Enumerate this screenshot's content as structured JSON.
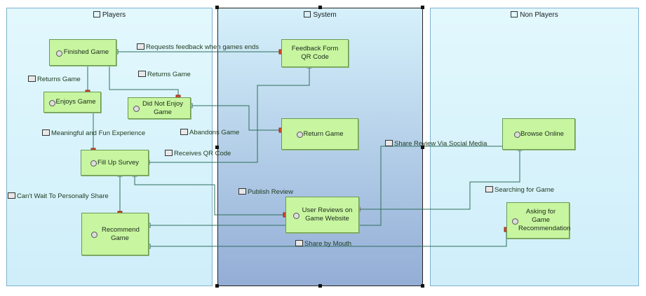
{
  "pools": {
    "players": "Players",
    "system": "System",
    "non_players": "Non Players"
  },
  "nodes": {
    "finished_game": "Finished Game",
    "enjoys_game": "Enjoys Game",
    "did_not_enjoy": "Did Not Enjoy Game",
    "fill_up_survey": "Fill Up Survey",
    "recommend_game": "Recommend Game",
    "feedback_form": "Feedback Form QR Code",
    "return_game": "Return Game",
    "user_reviews": "User Reviews on Game Website",
    "browse_online": "Browse Online",
    "asking_recommendation": "Asking for Game Recommendation"
  },
  "flows": {
    "requests_feedback": "Requests feedback when games ends",
    "returns_game_left": "Returns Game",
    "returns_game_mid": "Returns Game",
    "meaningful": "Meaningful and Fun Experience",
    "abandons": "Abandons Game",
    "receives_qr": "Receives QR Code",
    "cant_wait": "Can't Wait To Personally Share",
    "publish_review": "Publish Review",
    "share_social": "Share Review Via Social Media",
    "searching": "Searching for Game",
    "share_mouth": "Share by Mouth"
  },
  "colors": {
    "pool_light": "#dff6fb",
    "system_top": "#d6f1fb",
    "system_bottom": "#93add6",
    "node_fill": "#c8f5a0",
    "line": "#2f6f5a",
    "port_in": "#d9472b",
    "port_out": "#2f6f5a"
  }
}
